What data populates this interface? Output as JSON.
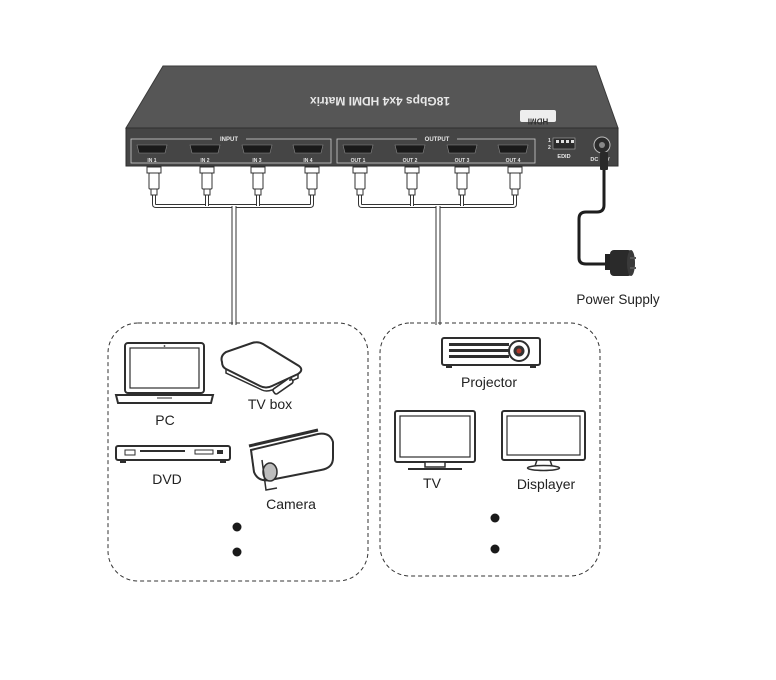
{
  "device": {
    "title": "18Gbps 4x4 HDMI Matrix",
    "logo": "HDMI",
    "input_group_label": "INPUT",
    "output_group_label": "OUTPUT",
    "input_ports": [
      "IN 1",
      "IN 2",
      "IN 3",
      "IN 4"
    ],
    "output_ports": [
      "OUT 1",
      "OUT 2",
      "OUT 3",
      "OUT 4"
    ],
    "edid_label": "EDID",
    "edid_switch_numbers": [
      "1",
      "2"
    ],
    "dc_label": "DC 12V"
  },
  "power": {
    "label": "Power Supply"
  },
  "sources": {
    "pc": "PC",
    "tvbox": "TV box",
    "dvd": "DVD",
    "camera": "Camera"
  },
  "displays": {
    "projector": "Projector",
    "tv": "TV",
    "displayer": "Displayer"
  },
  "colors": {
    "device_body": "#4a4a4a",
    "device_top": "#5a5a5a",
    "cable": "#ffffff",
    "outline": "#333333"
  }
}
